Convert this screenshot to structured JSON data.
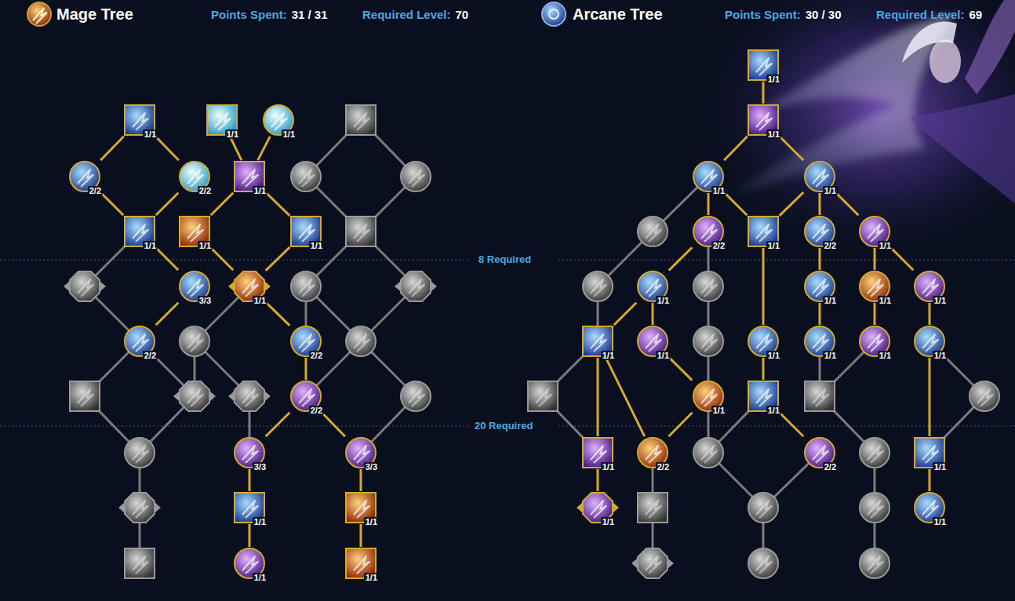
{
  "diagram": {
    "nodes": [
      {
        "text": [
          "1/1"
        ]
      },
      {
        "text": [
          "1/1"
        ]
      },
      {
        "text": [
          "1/1"
        ]
      },
      {
        "text": [
          "2/2"
        ]
      },
      {
        "text": [
          "2/2"
        ]
      },
      {
        "text": [
          "1/1"
        ]
      },
      {
        "text": [
          "1/1"
        ]
      },
      {
        "text": [
          "1/1"
        ]
      },
      {
        "text": [
          "1/1"
        ]
      },
      {
        "text": [
          "3/3"
        ]
      },
      {
        "text": [
          "1/1"
        ]
      },
      {
        "text": [
          "2/2"
        ]
      },
      {
        "text": [
          "2/2"
        ]
      },
      {
        "text": [
          "2/2"
        ]
      },
      {
        "text": [
          "3/3"
        ]
      },
      {
        "text": [
          "3/3"
        ]
      },
      {
        "text": [
          "1/1"
        ]
      },
      {
        "text": [
          "1/1"
        ]
      },
      {
        "text": [
          "1/1"
        ]
      },
      {
        "text": [
          "1/1"
        ]
      },
      {
        "text": [
          "1/1"
        ]
      },
      {
        "text": [
          "1/1"
        ]
      },
      {
        "text": [
          "1/1"
        ]
      },
      {
        "text": [
          "1/1"
        ]
      },
      {
        "text": [
          "2/2"
        ]
      },
      {
        "text": [
          "1/1"
        ]
      },
      {
        "text": [
          "2/2"
        ]
      },
      {
        "text": [
          "1/1"
        ]
      },
      {
        "text": [
          "1/1"
        ]
      },
      {
        "text": [
          "1/1"
        ]
      },
      {
        "text": [
          "1/1"
        ]
      },
      {
        "text": [
          "1/1"
        ]
      },
      {
        "text": [
          "1/1"
        ]
      },
      {
        "text": [
          "1/1"
        ]
      },
      {
        "text": [
          "1/1"
        ]
      },
      {
        "text": [
          "1/1"
        ]
      },
      {
        "text": [
          "1/1"
        ]
      },
      {
        "text": [
          "1/1"
        ]
      },
      {
        "text": [
          "1/1"
        ]
      },
      {
        "text": [
          "1/1"
        ]
      },
      {
        "text": [
          "1/1"
        ]
      },
      {
        "text": [
          "2/2"
        ]
      },
      {
        "text": [
          "2/2"
        ]
      },
      {
        "text": [
          "1/1"
        ]
      },
      {
        "text": [
          "1/1"
        ]
      },
      {
        "text": [
          "1/1"
        ]
      }
    ],
    "edges": [
      {
        "from": 0,
        "to": 3,
        "arrow": "none"
      },
      {
        "from": 0,
        "to": 4,
        "arrow": "none"
      },
      {
        "from": 3,
        "to": 6,
        "arrow": "none"
      },
      {
        "from": 4,
        "to": 6,
        "arrow": "none"
      },
      {
        "from": 1,
        "to": 5,
        "arrow": "none"
      },
      {
        "from": 2,
        "to": 5,
        "arrow": "none"
      },
      {
        "from": 5,
        "to": 7,
        "arrow": "none"
      },
      {
        "from": 5,
        "to": 8,
        "arrow": "none"
      },
      {
        "from": 6,
        "to": 9,
        "arrow": "none"
      },
      {
        "from": 7,
        "to": 10,
        "arrow": "none"
      },
      {
        "from": 8,
        "to": 10,
        "arrow": "none"
      },
      {
        "from": 9,
        "to": 11,
        "arrow": "none"
      },
      {
        "from": 10,
        "to": 12,
        "arrow": "none"
      },
      {
        "from": 12,
        "to": 13,
        "arrow": "none"
      },
      {
        "from": 13,
        "to": 14,
        "arrow": "none"
      },
      {
        "from": 13,
        "to": 15,
        "arrow": "none"
      },
      {
        "from": 14,
        "to": 16,
        "arrow": "none"
      },
      {
        "from": 16,
        "to": 18,
        "arrow": "none"
      },
      {
        "from": 15,
        "to": 17,
        "arrow": "none"
      },
      {
        "from": 17,
        "to": 19,
        "arrow": "none"
      },
      {
        "from": 20,
        "to": 21,
        "arrow": "none"
      },
      {
        "from": 21,
        "to": 22,
        "arrow": "none"
      },
      {
        "from": 21,
        "to": 23,
        "arrow": "none"
      },
      {
        "from": 22,
        "to": 24,
        "arrow": "none"
      },
      {
        "from": 22,
        "to": 25,
        "arrow": "none"
      },
      {
        "from": 23,
        "to": 25,
        "arrow": "none"
      },
      {
        "from": 23,
        "to": 26,
        "arrow": "none"
      },
      {
        "from": 23,
        "to": 27,
        "arrow": "none"
      },
      {
        "from": 24,
        "to": 28,
        "arrow": "none"
      },
      {
        "from": 25,
        "to": 34,
        "arrow": "none"
      },
      {
        "from": 26,
        "to": 29,
        "arrow": "none"
      },
      {
        "from": 27,
        "to": 30,
        "arrow": "none"
      },
      {
        "from": 27,
        "to": 31,
        "arrow": "none"
      },
      {
        "from": 29,
        "to": 35,
        "arrow": "none"
      },
      {
        "from": 30,
        "to": 36,
        "arrow": "none"
      },
      {
        "from": 31,
        "to": 37,
        "arrow": "none"
      },
      {
        "from": 28,
        "to": 32,
        "arrow": "none"
      },
      {
        "from": 28,
        "to": 33,
        "arrow": "none"
      },
      {
        "from": 33,
        "to": 38,
        "arrow": "none"
      },
      {
        "from": 32,
        "to": 40,
        "arrow": "none"
      },
      {
        "from": 32,
        "to": 41,
        "arrow": "none"
      },
      {
        "from": 38,
        "to": 41,
        "arrow": "none"
      },
      {
        "from": 34,
        "to": 39,
        "arrow": "none"
      },
      {
        "from": 39,
        "to": 42,
        "arrow": "none"
      },
      {
        "from": 40,
        "to": 44,
        "arrow": "none"
      },
      {
        "from": 37,
        "to": 43,
        "arrow": "none"
      },
      {
        "from": 43,
        "to": 45,
        "arrow": "none"
      }
    ],
    "labels": [
      "Mage Tree",
      "Points Spent:",
      "31 / 31",
      "Required Level:",
      "70",
      "Arcane Tree",
      "Points Spent:",
      "30 / 30",
      "Required Level:",
      "69",
      "8 Required",
      "20 Required"
    ]
  }
}
